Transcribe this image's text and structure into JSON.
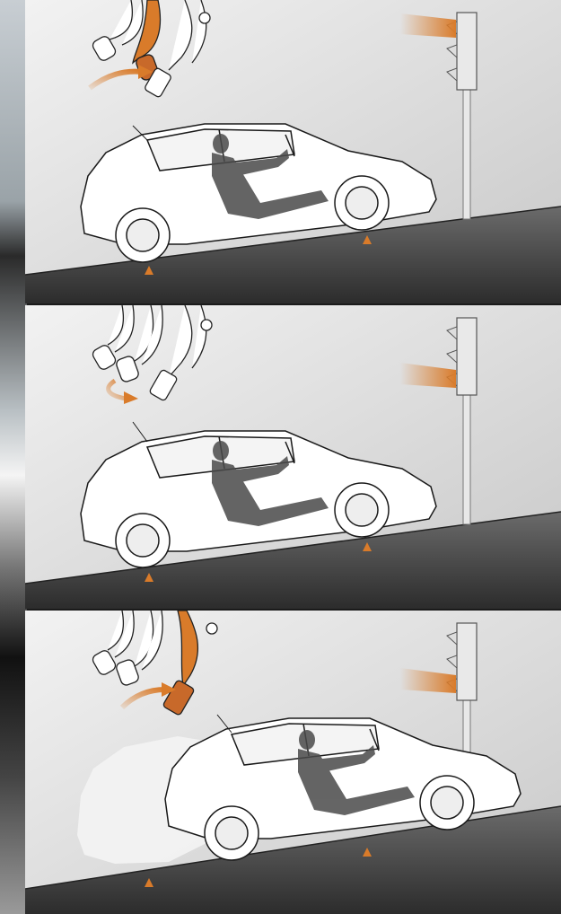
{
  "figure": {
    "panels": [
      {
        "id": "panel-1",
        "pedal_highlight": "brake",
        "arrow": "press",
        "ghost_car": false
      },
      {
        "id": "panel-2",
        "pedal_highlight": "none",
        "arrow": "swap",
        "ghost_car": false
      },
      {
        "id": "panel-3",
        "pedal_highlight": "accelerator",
        "arrow": "press",
        "ghost_car": true
      }
    ],
    "colors": {
      "accent_orange": "#d97b2a",
      "wall_light": "#e6e6e6",
      "wall_dark": "#c9c9c9",
      "road_dark": "#3a3a3a",
      "car_outline": "#1a1a1a",
      "driver_silhouette": "#4a4a4a",
      "ghost_car": "#f2f2f2"
    },
    "icons": [
      "pedal-cluster-icon",
      "traffic-light-icon",
      "car-icon",
      "driver-icon",
      "wheel-contact-marker-icon",
      "motion-arrow-icon"
    ]
  }
}
